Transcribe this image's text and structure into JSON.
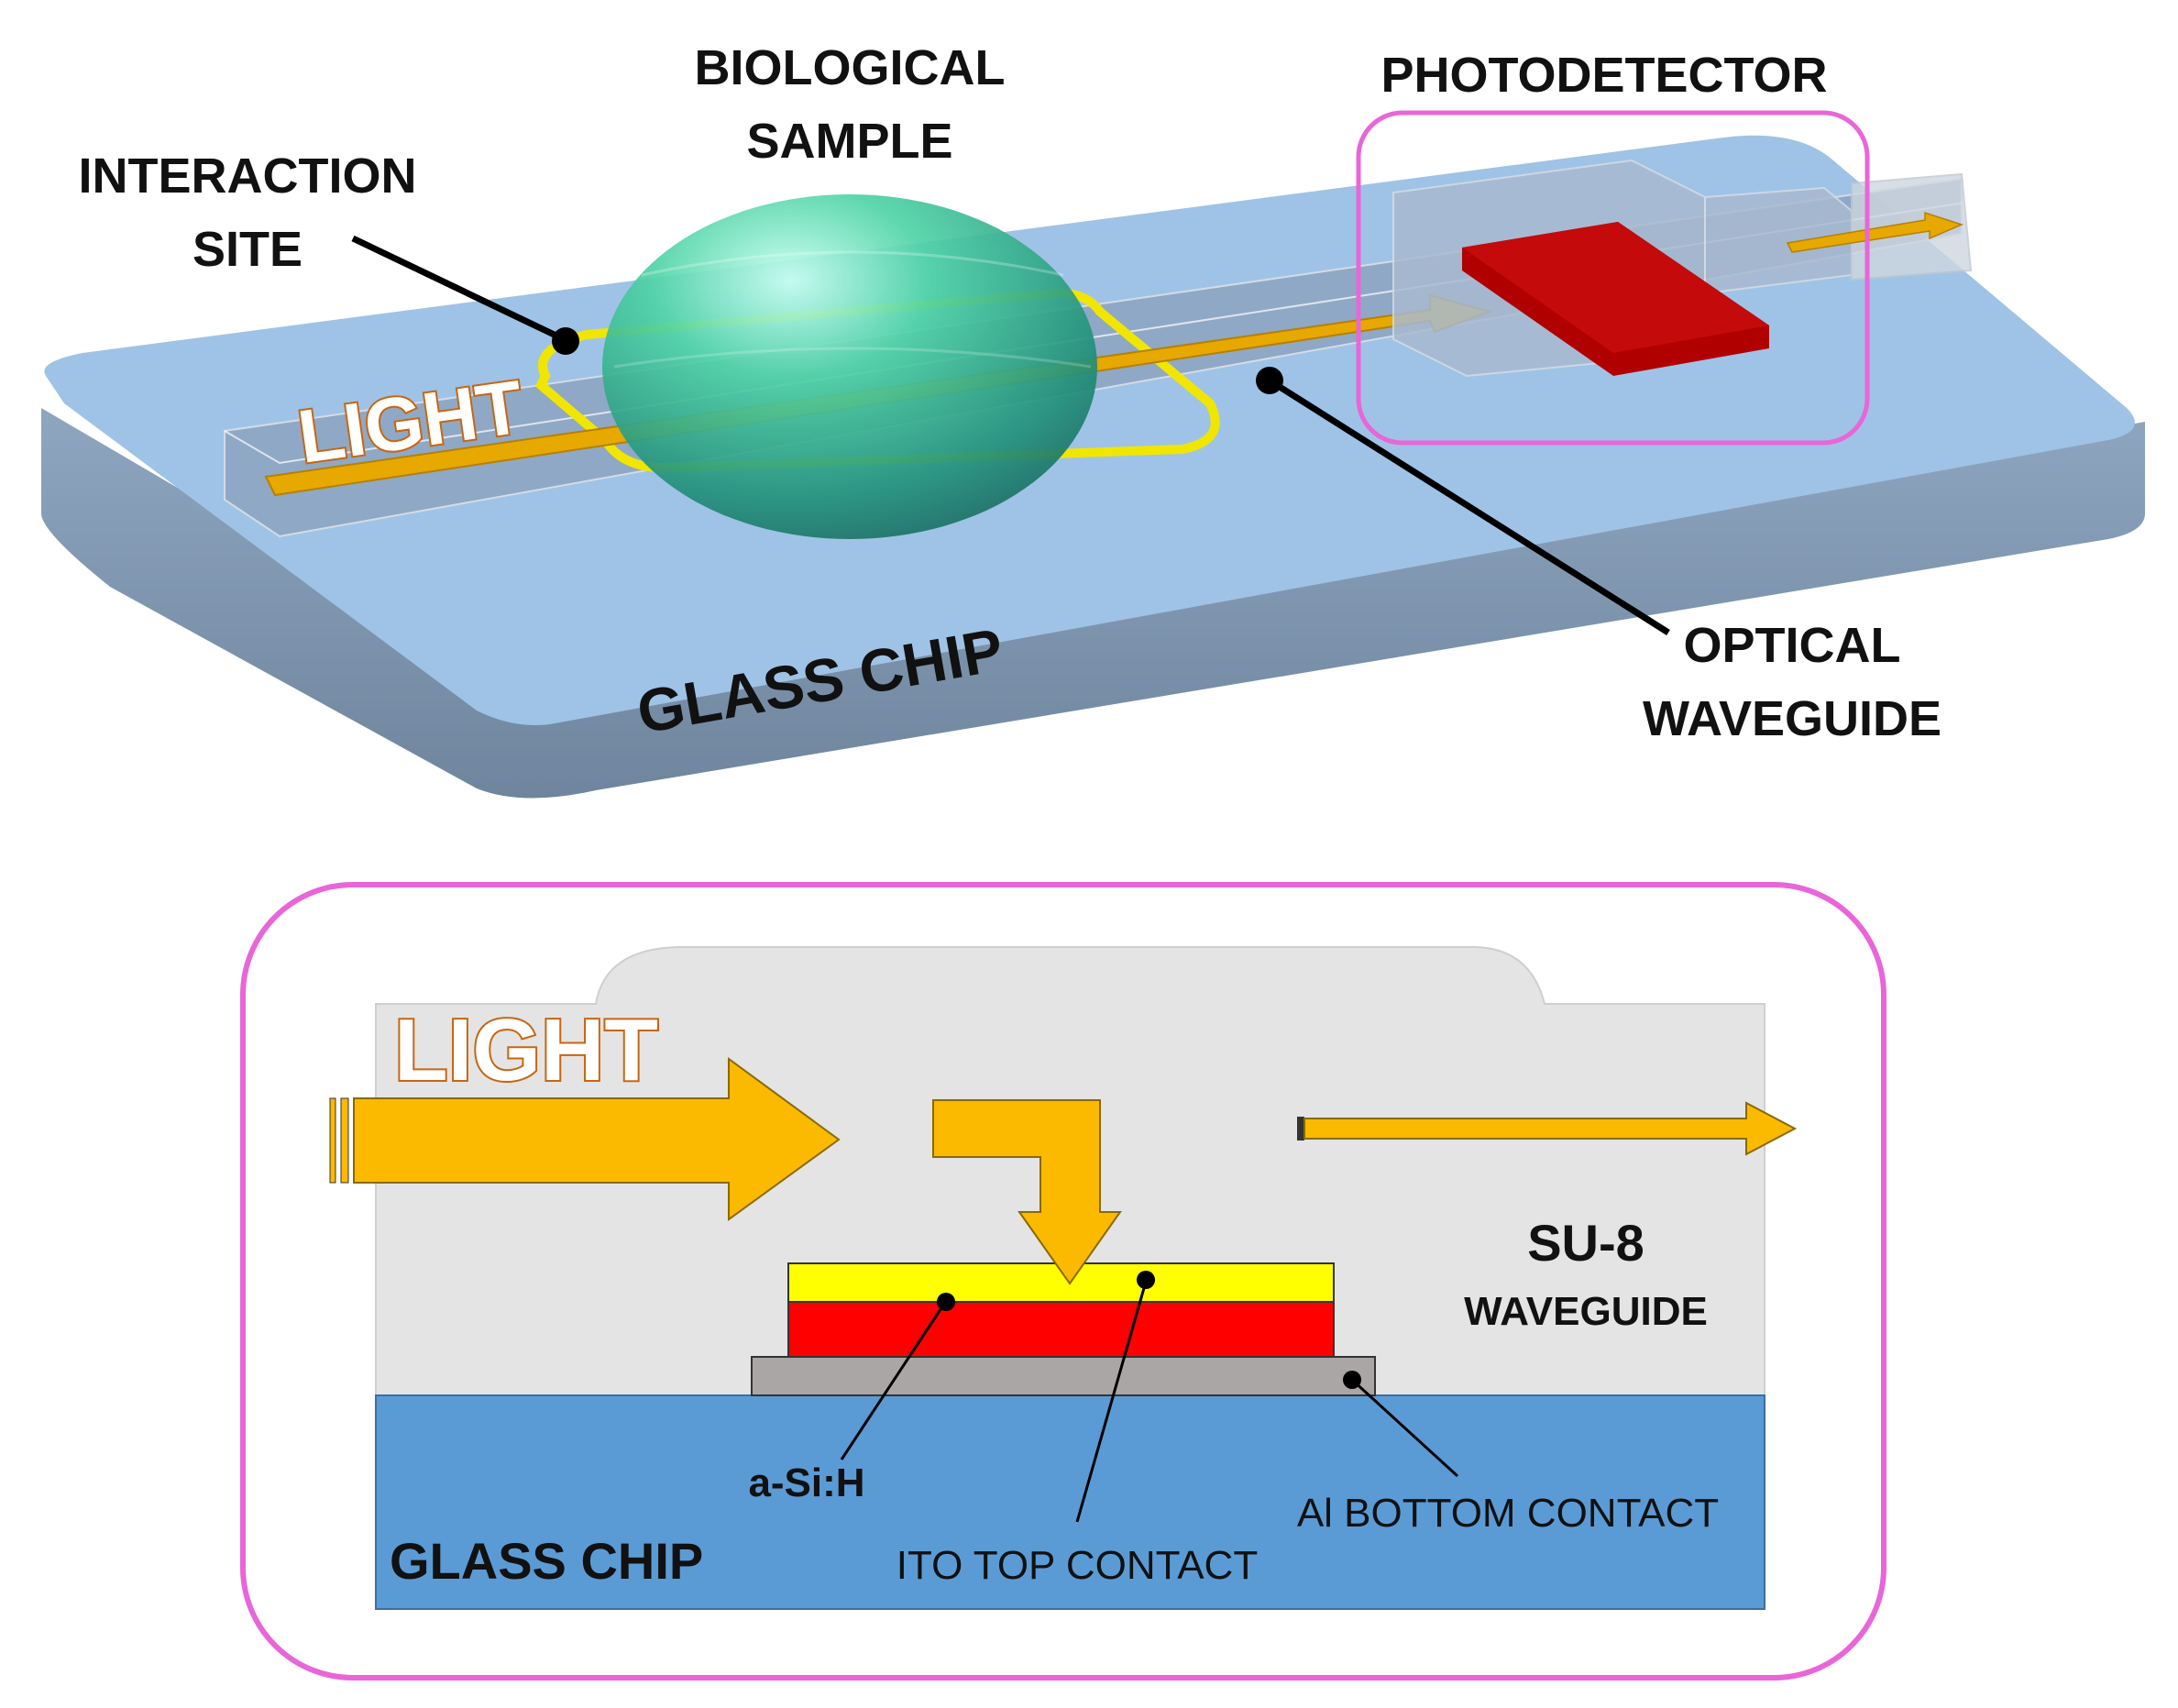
{
  "top_diagram": {
    "labels": {
      "interaction_site": [
        "INTERACTION",
        "SITE"
      ],
      "biological_sample": [
        "BIOLOGICAL",
        "SAMPLE"
      ],
      "photodetector": "PHOTODETECTOR",
      "light": "LIGHT",
      "glass_chip": "GLASS CHIP",
      "optical_waveguide": [
        "OPTICAL",
        "WAVEGUIDE"
      ]
    }
  },
  "bottom_diagram": {
    "labels": {
      "light": "LIGHT",
      "su8": "SU-8",
      "waveguide": "WAVEGUIDE",
      "asih": "a-Si:H",
      "ito": "ITO TOP CONTACT",
      "al": "Al BOTTOM CONTACT",
      "glass_chip": "GLASS CHIP"
    }
  },
  "colors": {
    "highlight_frame": "#e866d8",
    "light_arrow": "#fbb900",
    "glass": "#5b9bd5",
    "glass_top": "#9fc3e6",
    "su8": "#e4e4e4",
    "asih_layer": "#ff0000",
    "ito_layer": "#ffff00",
    "al_layer": "#aaa6a6",
    "detector": "#b00000",
    "sample": "#3cbf8c"
  }
}
